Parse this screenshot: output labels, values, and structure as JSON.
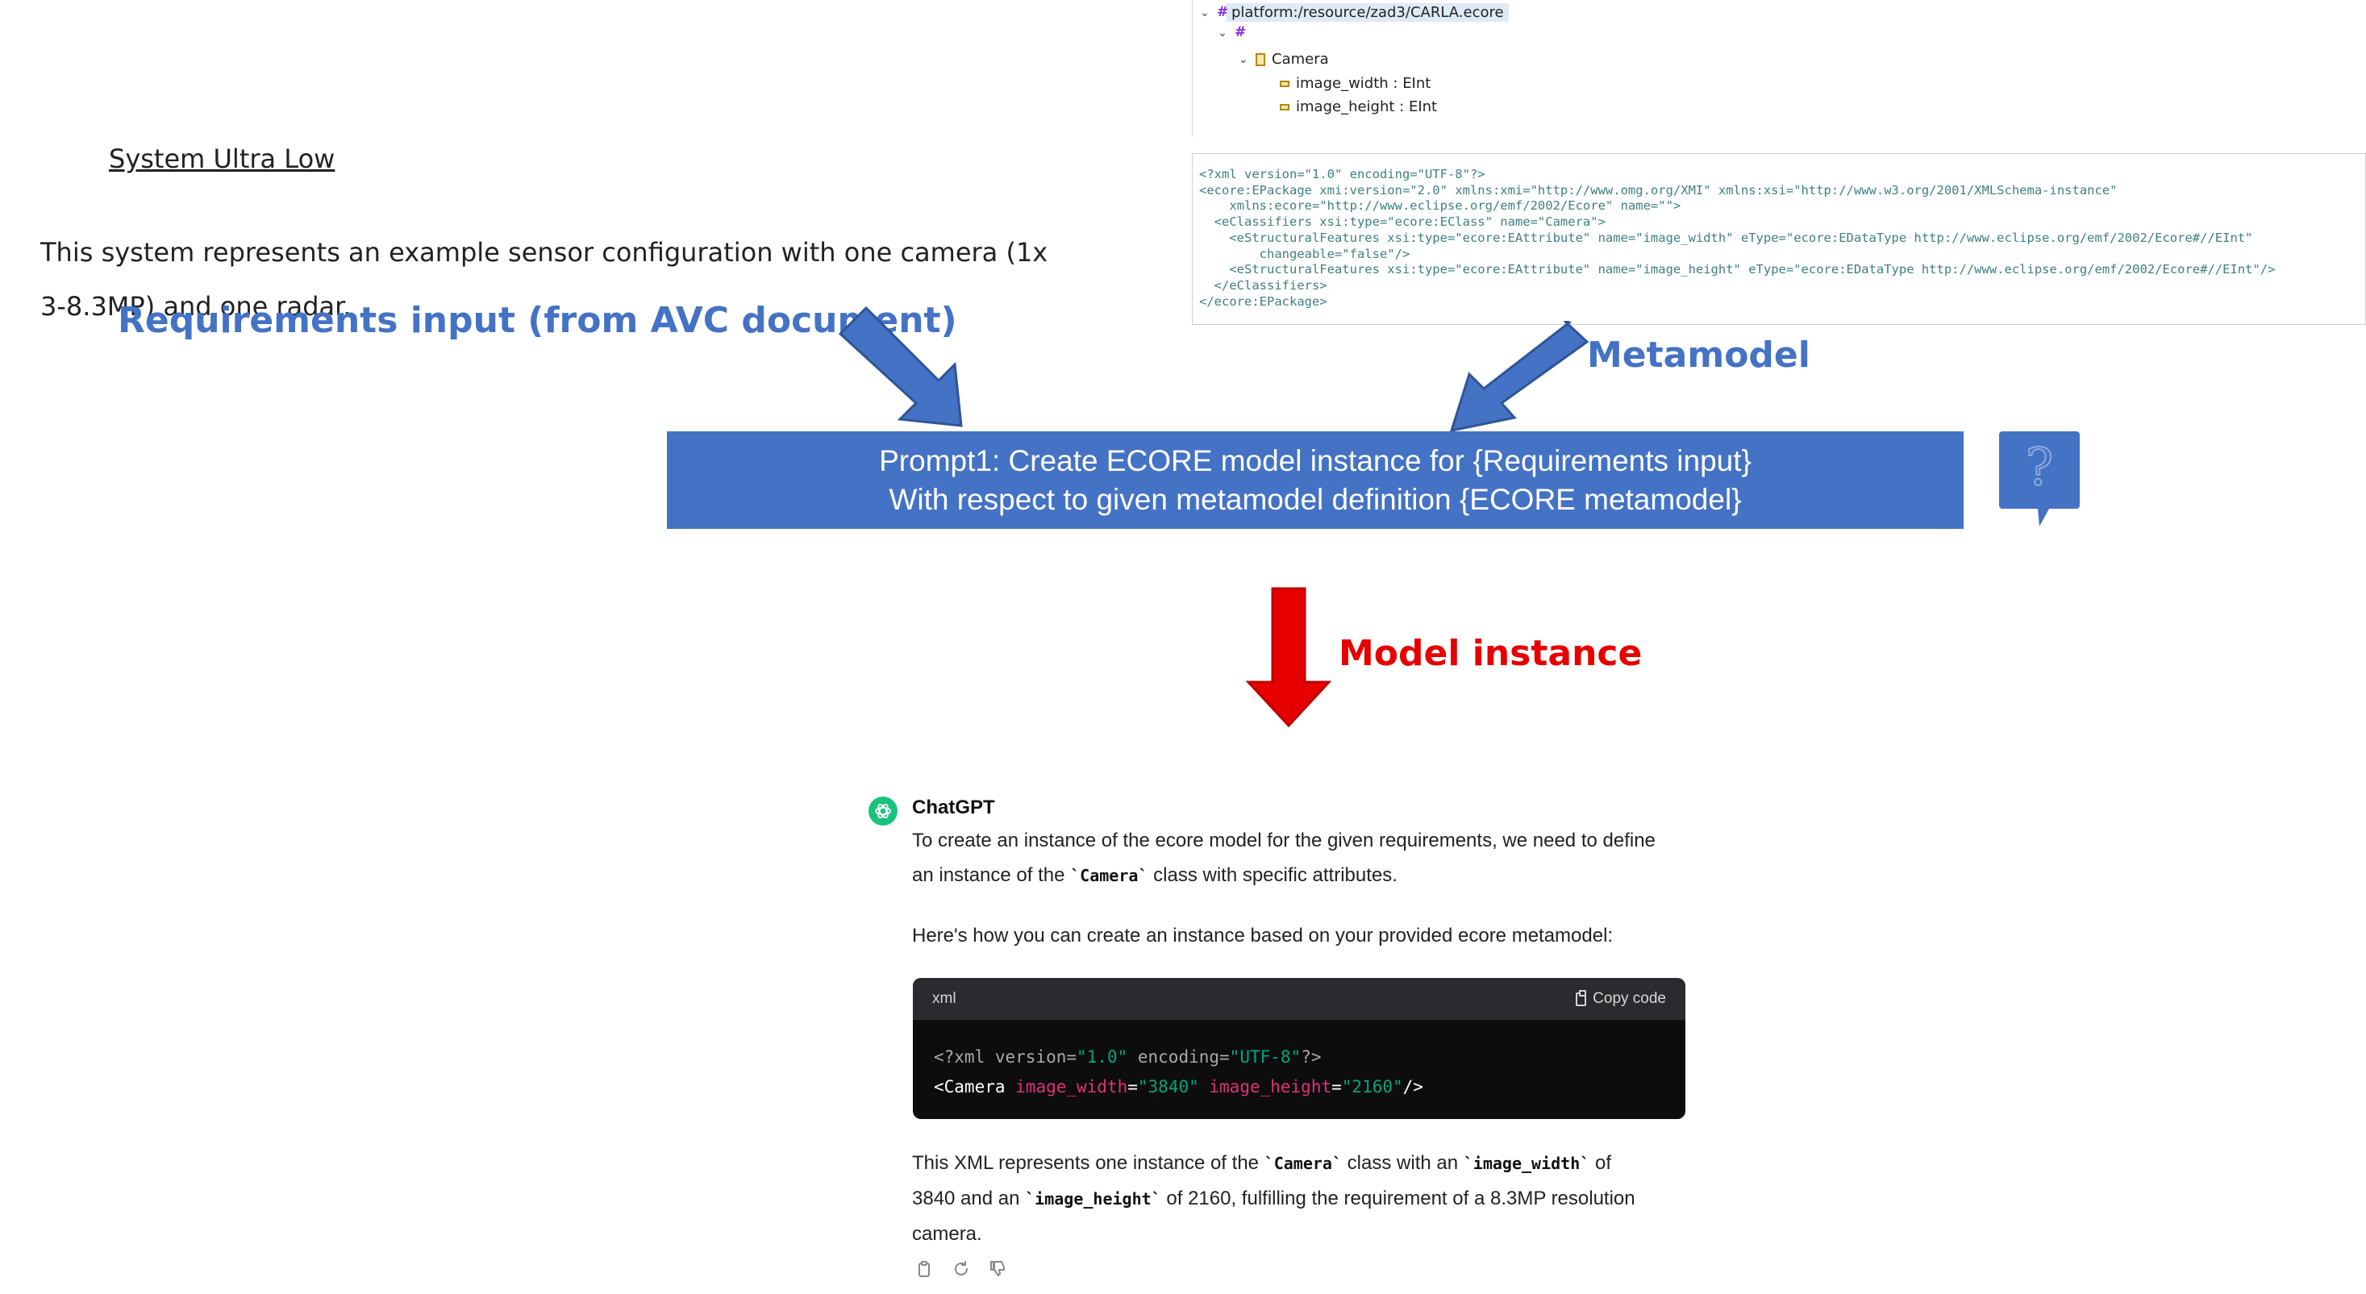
{
  "requirements_doc": {
    "title": "System Ultra Low",
    "body": "This system represents an example sensor configuration with one camera (1x 3-8.3MP) and one radar."
  },
  "labels": {
    "requirements": "Requirements input (from AVC document)",
    "metamodel": "Metamodel",
    "model_instance": "Model instance"
  },
  "tree": {
    "root": "platform:/resource/zad3/CARLA.ecore",
    "class_name": "Camera",
    "attributes": [
      "image_width : EInt",
      "image_height : EInt"
    ]
  },
  "xmi": {
    "lines": [
      "<?xml version=\"1.0\" encoding=\"UTF-8\"?>",
      "<ecore:EPackage xmi:version=\"2.0\" xmlns:xmi=\"http://www.omg.org/XMI\" xmlns:xsi=\"http://www.w3.org/2001/XMLSchema-instance\"",
      "    xmlns:ecore=\"http://www.eclipse.org/emf/2002/Ecore\" name=\"\">",
      "  <eClassifiers xsi:type=\"ecore:EClass\" name=\"Camera\">",
      "    <eStructuralFeatures xsi:type=\"ecore:EAttribute\" name=\"image_width\" eType=\"ecore:EDataType http://www.eclipse.org/emf/2002/Ecore#//EInt\"",
      "        changeable=\"false\"/>",
      "    <eStructuralFeatures xsi:type=\"ecore:EAttribute\" name=\"image_height\" eType=\"ecore:EDataType http://www.eclipse.org/emf/2002/Ecore#//EInt\"/>",
      "  </eClassifiers>",
      "</ecore:EPackage>"
    ]
  },
  "prompt": {
    "line1": "Prompt1:  Create ECORE model instance for {Requirements input}",
    "line2": "With respect to given metamodel definition {ECORE metamodel}",
    "callout_symbol": "?"
  },
  "chatgpt": {
    "name": "ChatGPT",
    "p1_a": "To create an instance of the ecore model for the given requirements, we need to define",
    "p1_b": "an instance of the ",
    "p1_code": "`Camera`",
    "p1_c": " class with specific attributes.",
    "p2": "Here's how you can create an instance based on your provided ecore metamodel:",
    "code_lang": "xml",
    "copy_label": "Copy code",
    "code_l1_decl": "<?xml version=",
    "code_l1_v1": "\"1.0\"",
    "code_l1_mid": " encoding=",
    "code_l1_v2": "\"UTF-8\"",
    "code_l1_end": "?>",
    "code_l2_tag": "<Camera",
    "code_l2_a1": " image_width",
    "code_l2_eq1": "=",
    "code_l2_v1": "\"3840\"",
    "code_l2_a2": " image_height",
    "code_l2_eq2": "=",
    "code_l2_v2": "\"2160\"",
    "code_l2_end": "/>",
    "p3_a": "This XML represents one instance of the ",
    "p3_code1": "`Camera`",
    "p3_b": " class with an ",
    "p3_code2": "`image_width`",
    "p3_c": " of",
    "p3_d": "3840 and an ",
    "p3_code3": "`image_height`",
    "p3_e": " of 2160, fulfilling the requirement of a 8.3MP resolution",
    "p3_f": "camera."
  },
  "colors": {
    "blue": "#4472c4",
    "red": "#e60000",
    "gpt_green": "#19c37d"
  }
}
